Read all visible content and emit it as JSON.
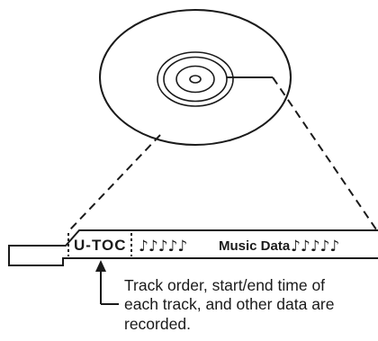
{
  "diagram": {
    "utoc_label": "U-TOC",
    "notes_left": "♪♪♪♪♪",
    "music_label": "Music Data",
    "notes_right": "♪♪♪♪♪",
    "caption_lines": [
      "Track order, start/end time of",
      "each track, and other data are",
      "recorded."
    ],
    "colors": {
      "line": "#1a1a1a",
      "background": "#ffffff"
    }
  }
}
